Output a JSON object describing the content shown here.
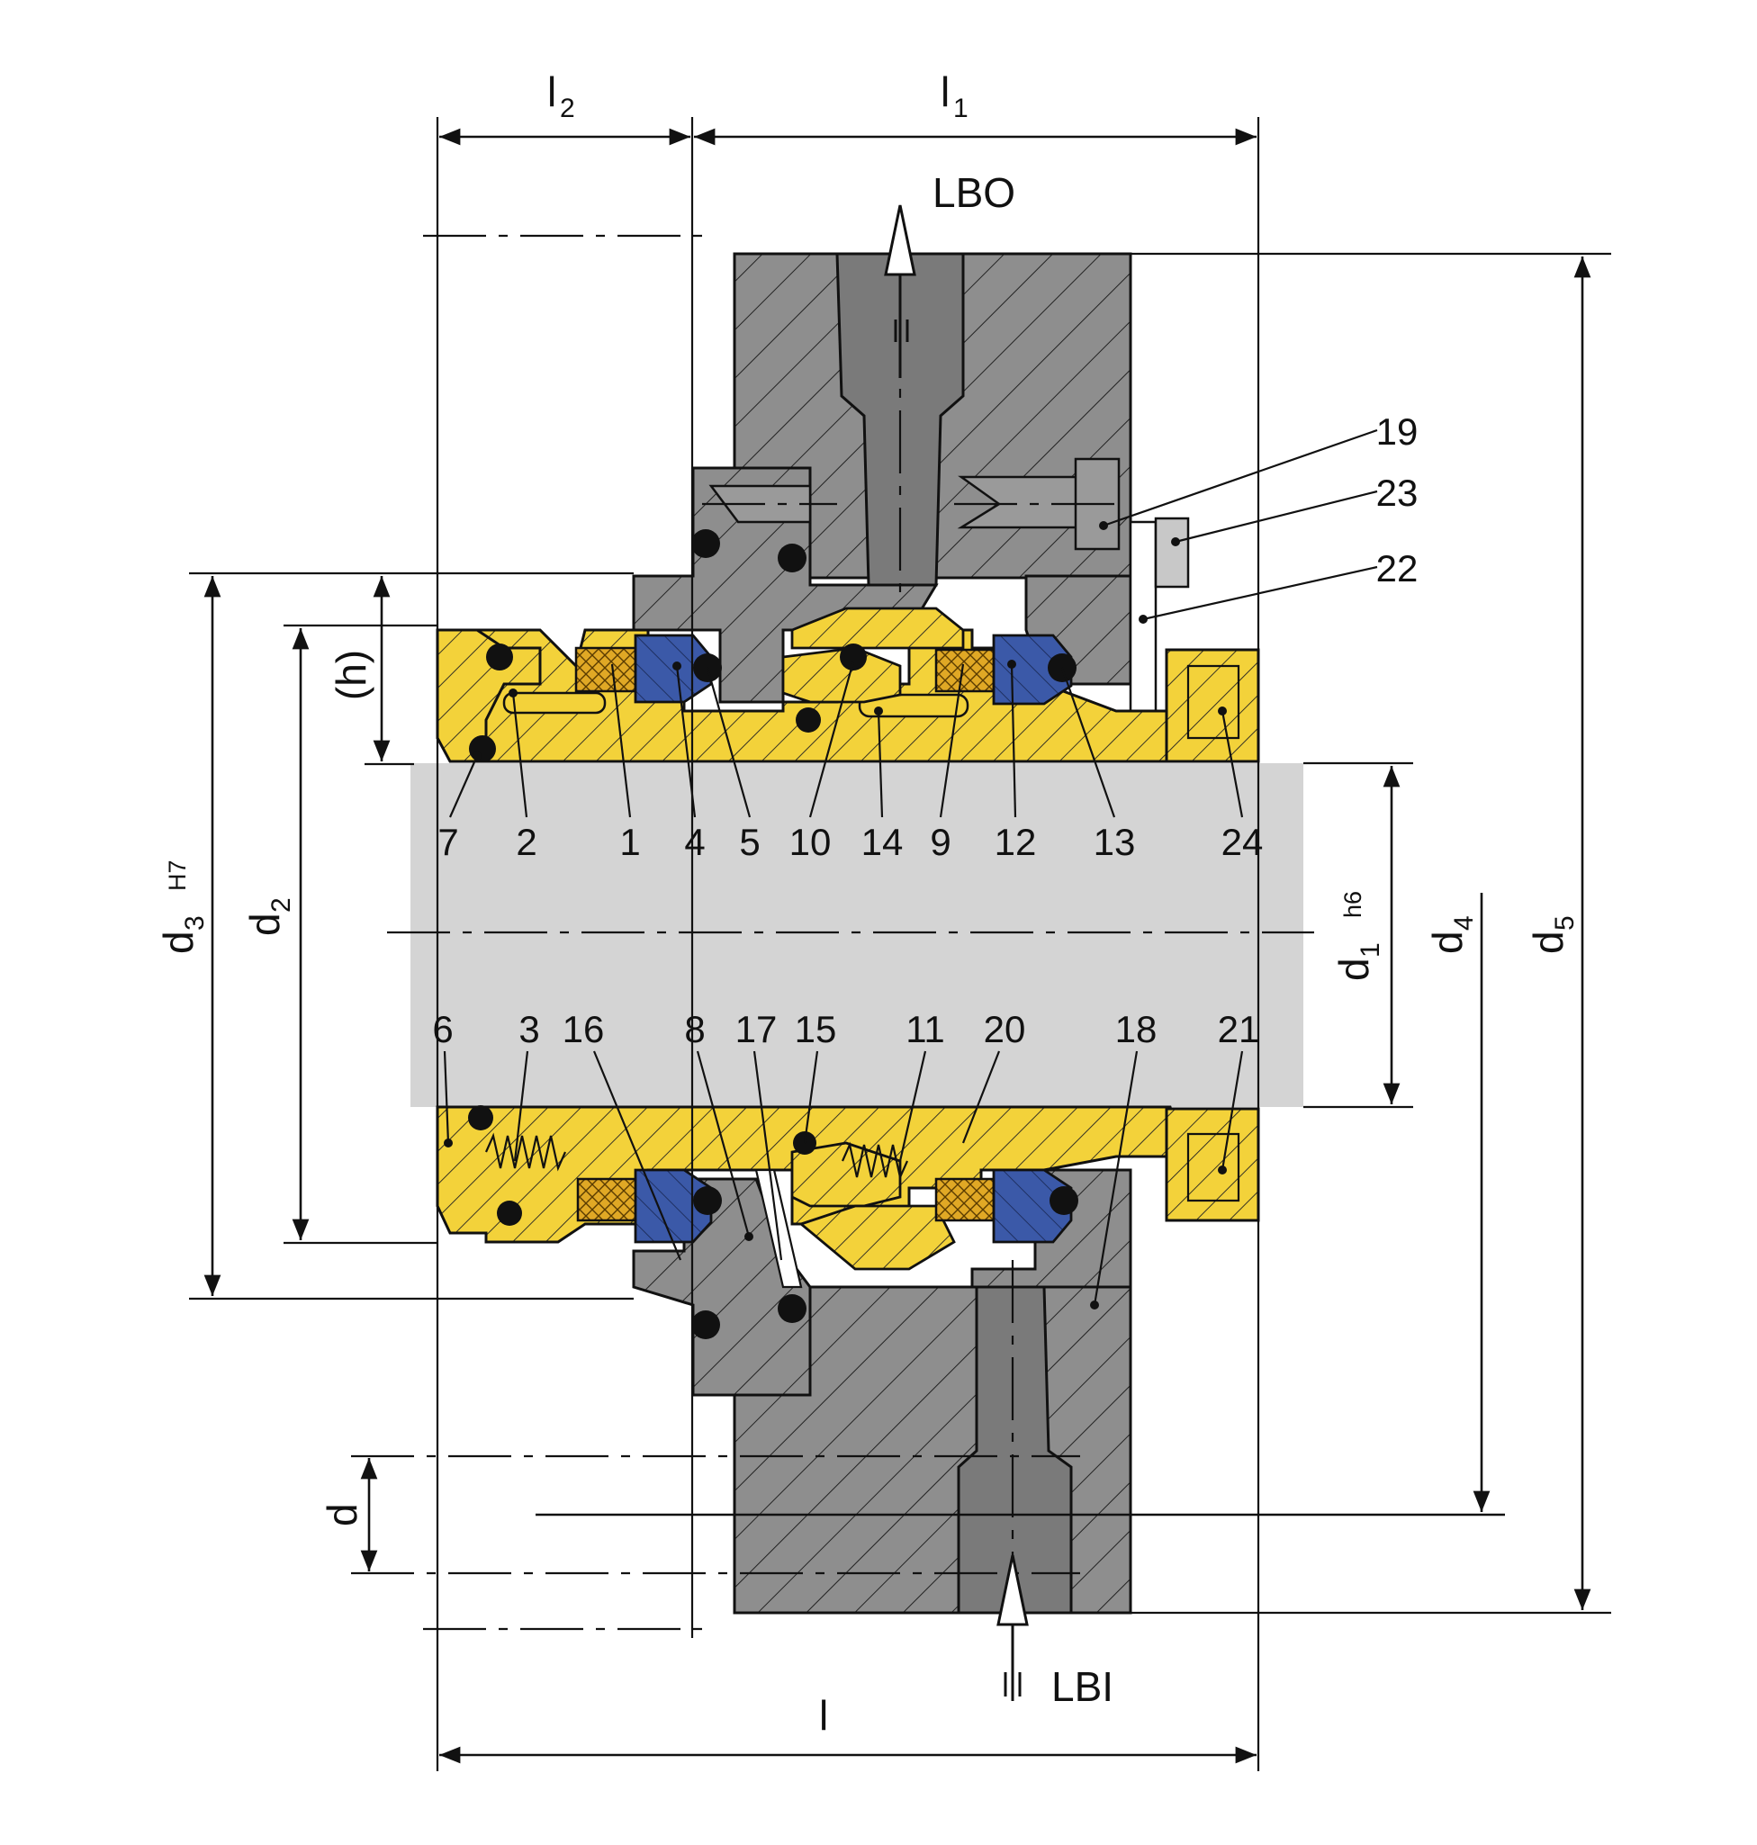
{
  "dimensions": {
    "l2_main": "l",
    "l2_sub": "2",
    "l1_main": "l",
    "l1_sub": "1",
    "l_main": "l",
    "h": "(h)",
    "d3_main": "d",
    "d3_sub": "3",
    "d3_fit": "H7",
    "d2_main": "d",
    "d2_sub": "2",
    "d1_main": "d",
    "d1_sub": "1",
    "d1_fit": "h6",
    "d4_main": "d",
    "d4_sub": "4",
    "d5_main": "d",
    "d5_sub": "5",
    "d_main": "d"
  },
  "ports": {
    "outlet": "LBO",
    "inlet": "LBI"
  },
  "parts_upper": [
    "7",
    "2",
    "1",
    "4",
    "5",
    "10",
    "14",
    "9",
    "12",
    "13",
    "24"
  ],
  "parts_lower": [
    "6",
    "3",
    "16",
    "8",
    "17",
    "15",
    "11",
    "20",
    "18",
    "21"
  ],
  "parts_right": [
    "19",
    "23",
    "22"
  ],
  "colors": {
    "housing": "#8e8e8e",
    "sleeve": "#f3d23a",
    "seal_face": "#3b59a8",
    "carbon_face": "#e0a825",
    "shaft": "#d4d4d4",
    "o_ring": "#111111"
  }
}
